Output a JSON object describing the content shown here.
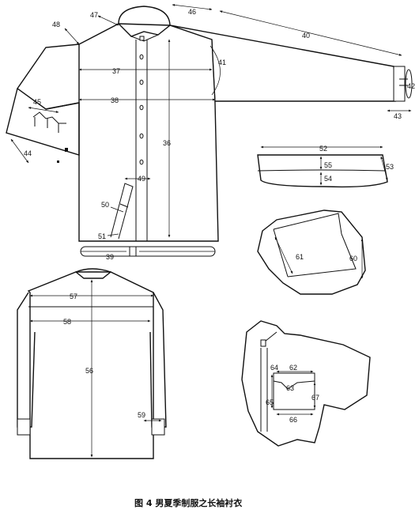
{
  "caption": "图 4  男夏季制服之长袖衬衣",
  "labels": {
    "m36": "36",
    "m37": "37",
    "m38": "38",
    "m39": "39",
    "m40": "40",
    "m41": "41",
    "m42": "42",
    "m43": "43",
    "m44": "44",
    "m45": "45",
    "m46": "46",
    "m47": "47",
    "m48": "48",
    "m49": "49",
    "m50": "50",
    "m51": "51",
    "m52": "52",
    "m53": "53",
    "m54": "54",
    "m55": "55",
    "m56": "56",
    "m57": "57",
    "m58": "58",
    "m59": "59",
    "m60": "60",
    "m61": "61",
    "m62": "62",
    "m63": "63",
    "m64": "64",
    "m65": "65",
    "m66": "66",
    "m67": "67"
  }
}
